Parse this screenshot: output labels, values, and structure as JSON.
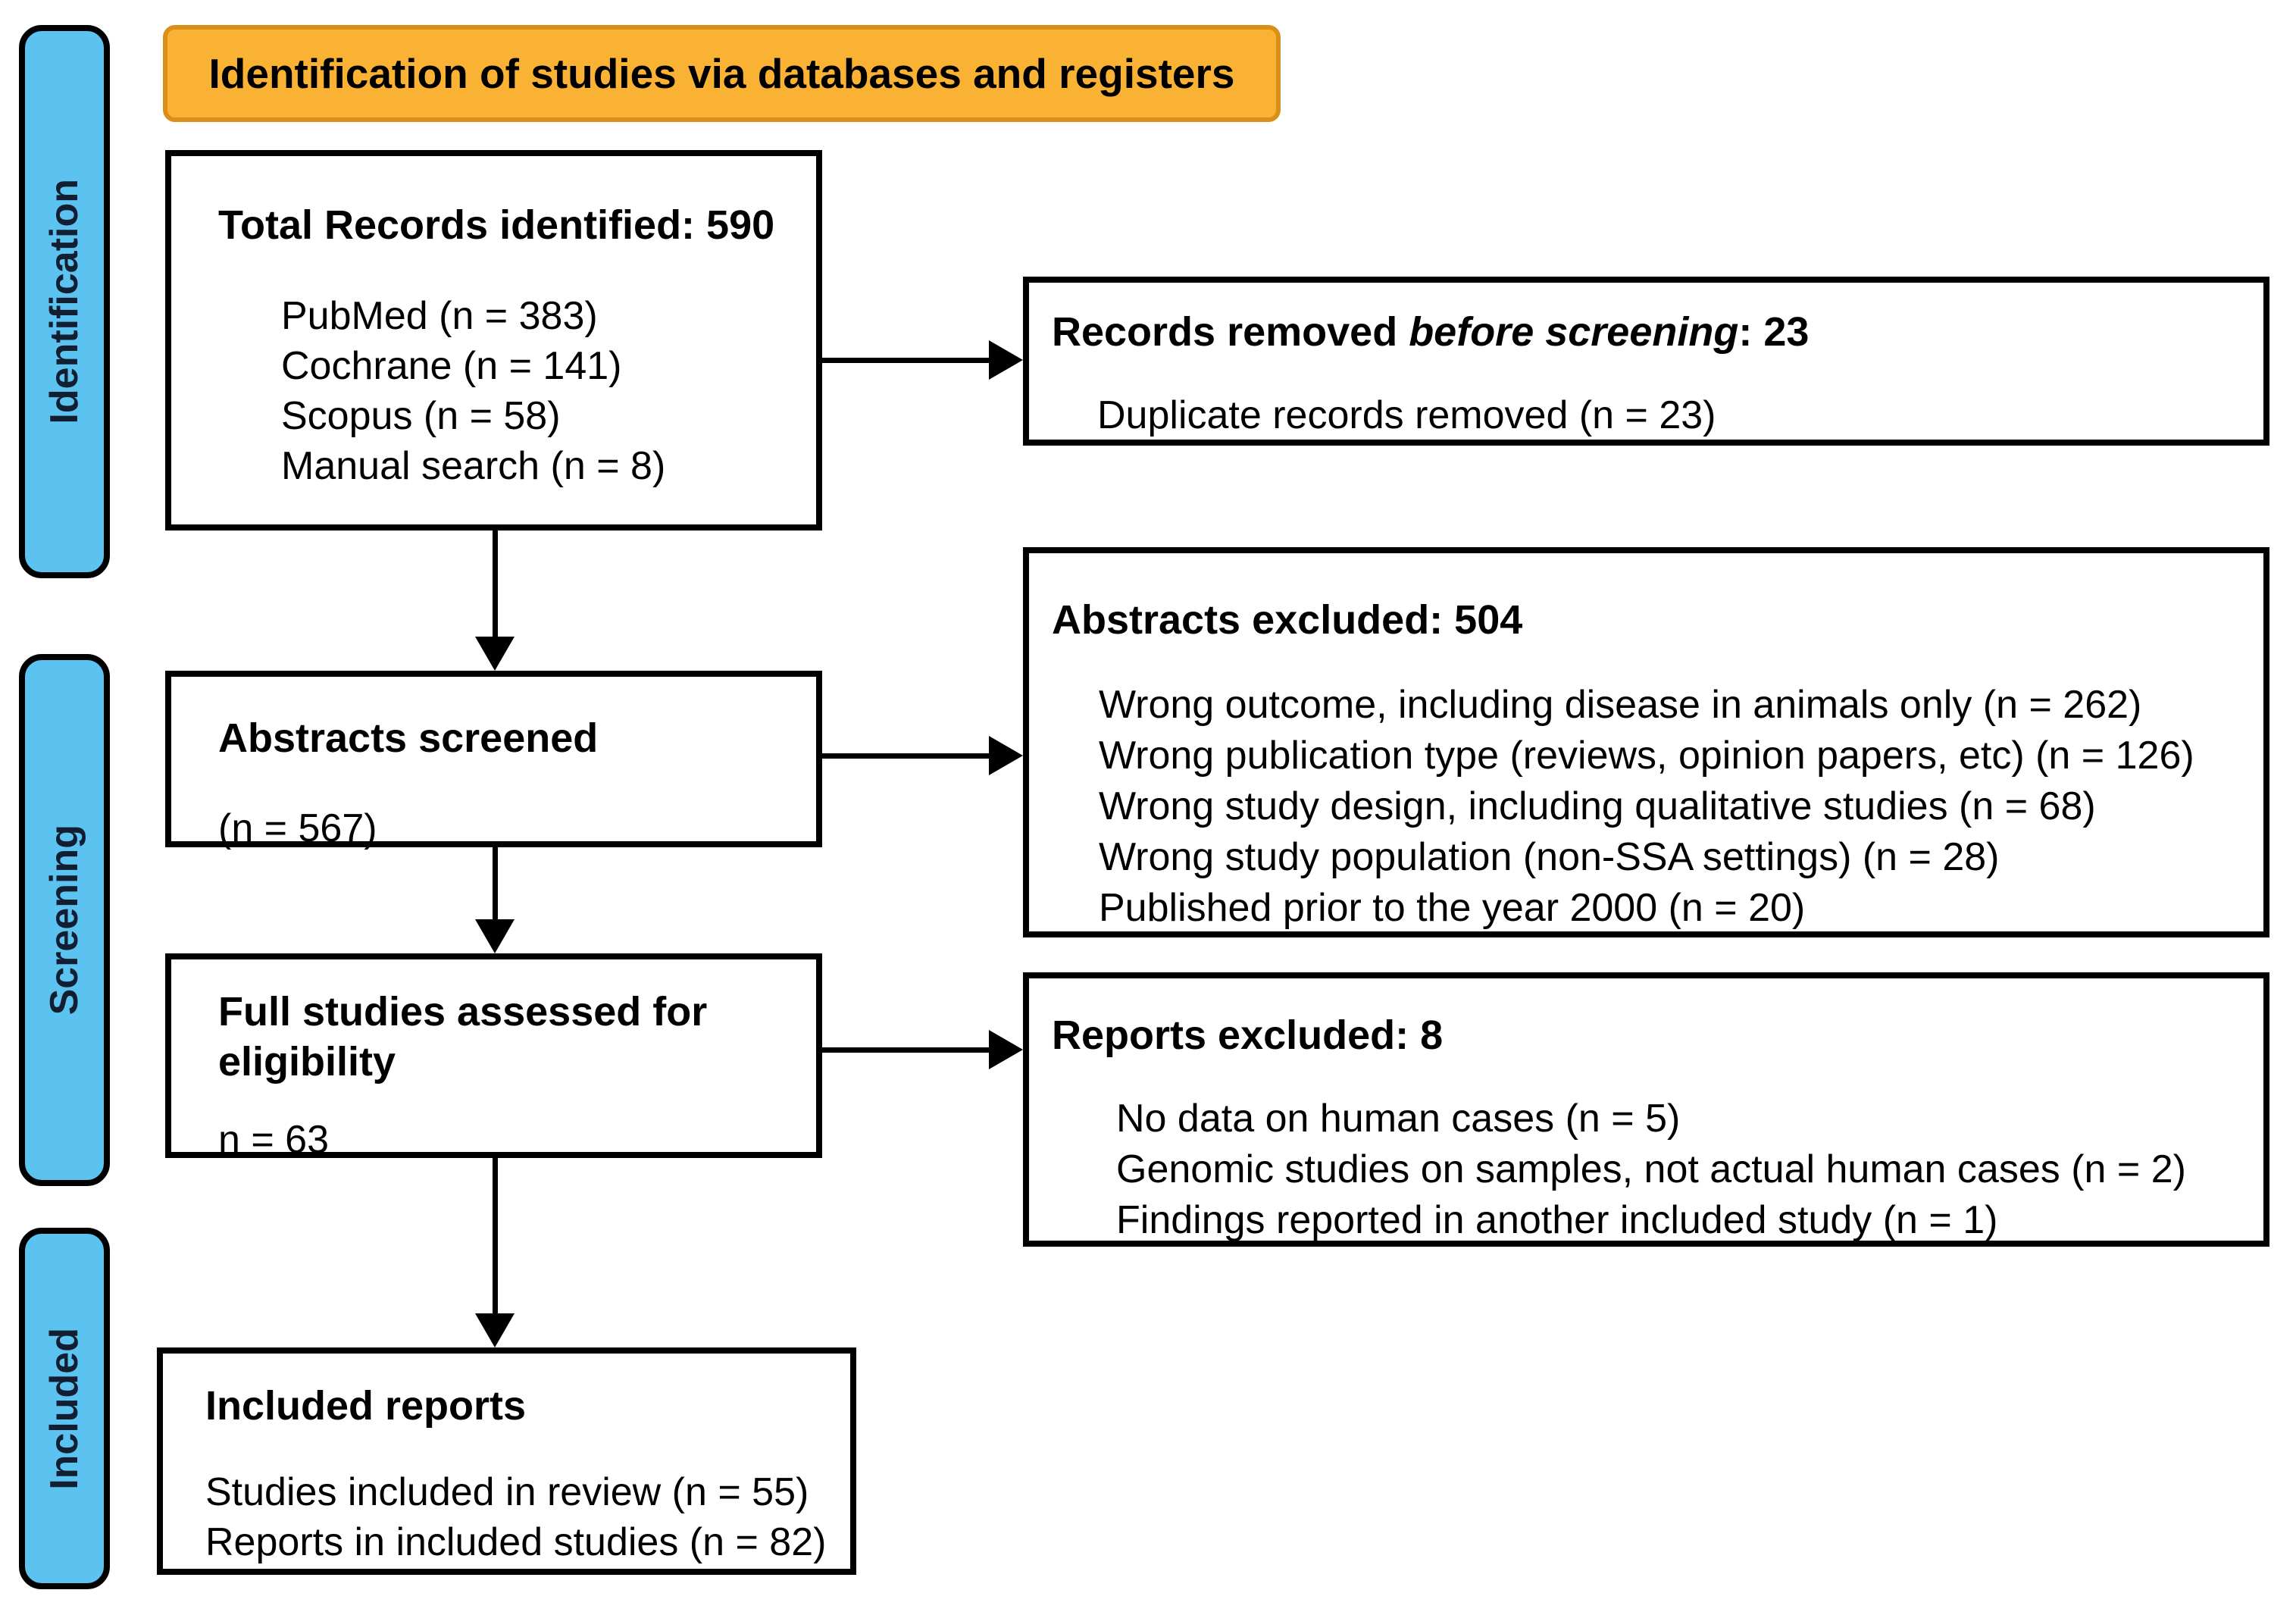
{
  "banner": {
    "label": "Identification of studies via databases and registers"
  },
  "sidebar": {
    "identification": "Identification",
    "screening": "Screening",
    "included": "Included"
  },
  "boxes": {
    "total_records": {
      "title": "Total Records identified: 590",
      "items": [
        "PubMed (n = 383)",
        "Cochrane (n = 141)",
        "Scopus (n = 58)",
        "Manual search (n = 8)"
      ]
    },
    "records_removed": {
      "title_prefix": "Records removed ",
      "title_emphasis": "before screening",
      "title_suffix": ": 23",
      "items": [
        "Duplicate records removed (n = 23)"
      ]
    },
    "abstracts_screened": {
      "title": "Abstracts screened",
      "subtitle": "(n = 567)"
    },
    "abstracts_excluded": {
      "title": "Abstracts excluded: 504",
      "items": [
        "Wrong outcome, including disease in animals only (n = 262)",
        "Wrong publication type (reviews, opinion papers, etc) (n = 126)",
        "Wrong study design, including qualitative studies (n = 68)",
        "Wrong study population (non-SSA settings) (n = 28)",
        "Published prior to the year 2000 (n = 20)"
      ]
    },
    "full_studies": {
      "title": "Full studies assessed for eligibility",
      "subtitle": "n = 63"
    },
    "reports_excluded": {
      "title": "Reports excluded: 8",
      "items": [
        "No data on human cases (n = 5)",
        "Genomic studies on samples, not actual human cases (n = 2)",
        "Findings reported in another included study (n = 1)"
      ]
    },
    "included_reports": {
      "title": "Included reports",
      "items": [
        "Studies included in review (n = 55)",
        "Reports in included studies (n = 82)"
      ]
    }
  },
  "colors": {
    "sidebar_fill": "#5CC3F0",
    "banner_fill": "#F9B234",
    "banner_border": "#D89018",
    "box_border": "#000000"
  }
}
